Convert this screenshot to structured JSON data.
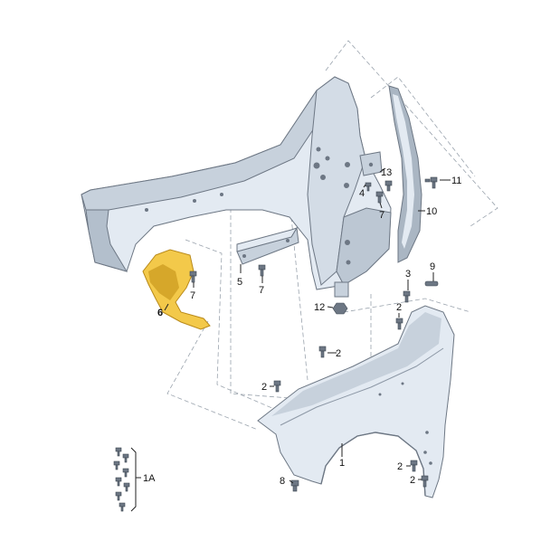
{
  "colors": {
    "part_fill": "#e3eaf2",
    "part_shade": "#c7d1dc",
    "part_dark": "#9aa6b4",
    "highlight_fill": "#f3c94a",
    "highlight_shade": "#d6a72a",
    "outline": "#6d7784",
    "leader": "#222222",
    "dashed": "#9aa3ad"
  },
  "callouts": {
    "c1": "1",
    "c1a": "1A",
    "c2a": "2",
    "c2b": "2",
    "c2c": "2",
    "c2d": "2",
    "c2e": "2",
    "c3": "3",
    "c4": "4",
    "c5": "5",
    "c6": "6",
    "c7a": "7",
    "c7b": "7",
    "c7c": "7",
    "c8": "8",
    "c9": "9",
    "c10": "10",
    "c11": "11",
    "c12": "12",
    "c13": "13"
  }
}
